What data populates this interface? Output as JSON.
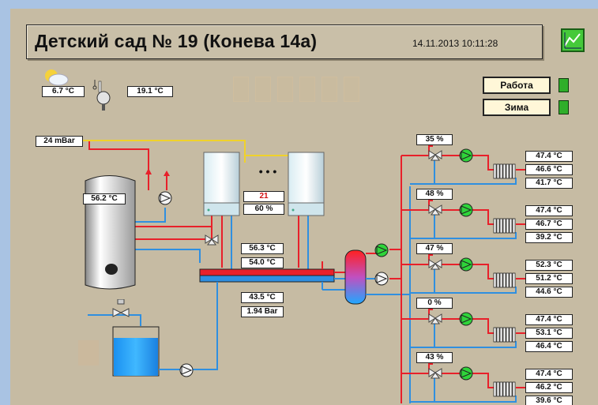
{
  "header": {
    "title": "Детский сад № 19 (Конева 14а)",
    "datetime": "14.11.2013 10:11:28"
  },
  "outdoor": {
    "temperature": "6.7 °C",
    "sensor_temperature": "19.1 °C"
  },
  "modes": {
    "work_label": "Работа",
    "season_label": "Зима"
  },
  "pressure_line": "24 mBar",
  "tank": {
    "temperature": "56.2 °C"
  },
  "boilers": {
    "ellipsis": "• • •",
    "value_red": "21",
    "percent": "60 %"
  },
  "manifold": {
    "supply_temp": "56.3 °C",
    "return_temp": "54.0 °C",
    "bottom_temp": "43.5 °C",
    "pressure": "1.94 Bar"
  },
  "circuits": [
    {
      "valve": "35 %",
      "temps": [
        "47.4 °C",
        "46.6 °C",
        "41.7 °C"
      ]
    },
    {
      "valve": "48 %",
      "temps": [
        "47.4 °C",
        "46.7 °C",
        "39.2 °C"
      ]
    },
    {
      "valve": "47 %",
      "temps": [
        "52.3 °C",
        "51.2 °C",
        "44.6 °C"
      ]
    },
    {
      "valve": "0 %",
      "temps": [
        "47.4 °C",
        "53.1 °C",
        "46.4 °C"
      ]
    },
    {
      "valve": "43 %",
      "temps": [
        "47.4 °C",
        "46.2 °C",
        "39.6 °C"
      ]
    }
  ],
  "colors": {
    "panel": "#c6bba3",
    "supply_red": "#e8202a",
    "return_blue": "#2f8fe0",
    "gas_yellow": "#f0d22a",
    "pump_green": "#2fd43a"
  },
  "icons": [
    "weather-partly-cloudy-icon",
    "thermometer-icon",
    "trend-chart-icon",
    "pump-icon",
    "three-way-valve-icon",
    "radiator-icon",
    "alarm-triangle-icon"
  ]
}
